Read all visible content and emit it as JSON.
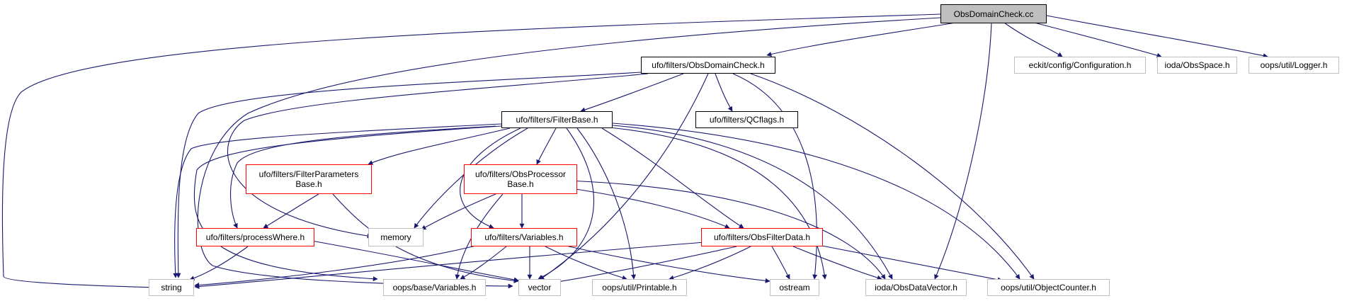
{
  "nodes": {
    "root": "ObsDomainCheck.cc",
    "obsdomaincheck_h": "ufo/filters/ObsDomainCheck.h",
    "eckit_configuration": "eckit/config/Configuration.h",
    "ioda_obsspace": "ioda/ObsSpace.h",
    "oops_logger": "oops/util/Logger.h",
    "filterbase": "ufo/filters/FilterBase.h",
    "qcflags": "ufo/filters/QCflags.h",
    "filterparameters_l1": "ufo/filters/FilterParameters",
    "filterparameters_l2": "Base.h",
    "obsprocessor_l1": "ufo/filters/ObsProcessor",
    "obsprocessor_l2": "Base.h",
    "processwhere": "ufo/filters/processWhere.h",
    "memory": "memory",
    "variables": "ufo/filters/Variables.h",
    "obsfilterdata": "ufo/filters/ObsFilterData.h",
    "string": "string",
    "oops_variables": "oops/base/Variables.h",
    "vector": "vector",
    "oops_printable": "oops/util/Printable.h",
    "ostream": "ostream",
    "ioda_obsdatavector": "ioda/ObsDataVector.h",
    "oops_objectcounter": "oops/util/ObjectCounter.h"
  },
  "colors": {
    "edge": "#191970",
    "root_fill": "#bfbfbf",
    "documented_border": "#000000",
    "truncated_border": "#ff0000",
    "external_border": "#bfbfbf"
  }
}
